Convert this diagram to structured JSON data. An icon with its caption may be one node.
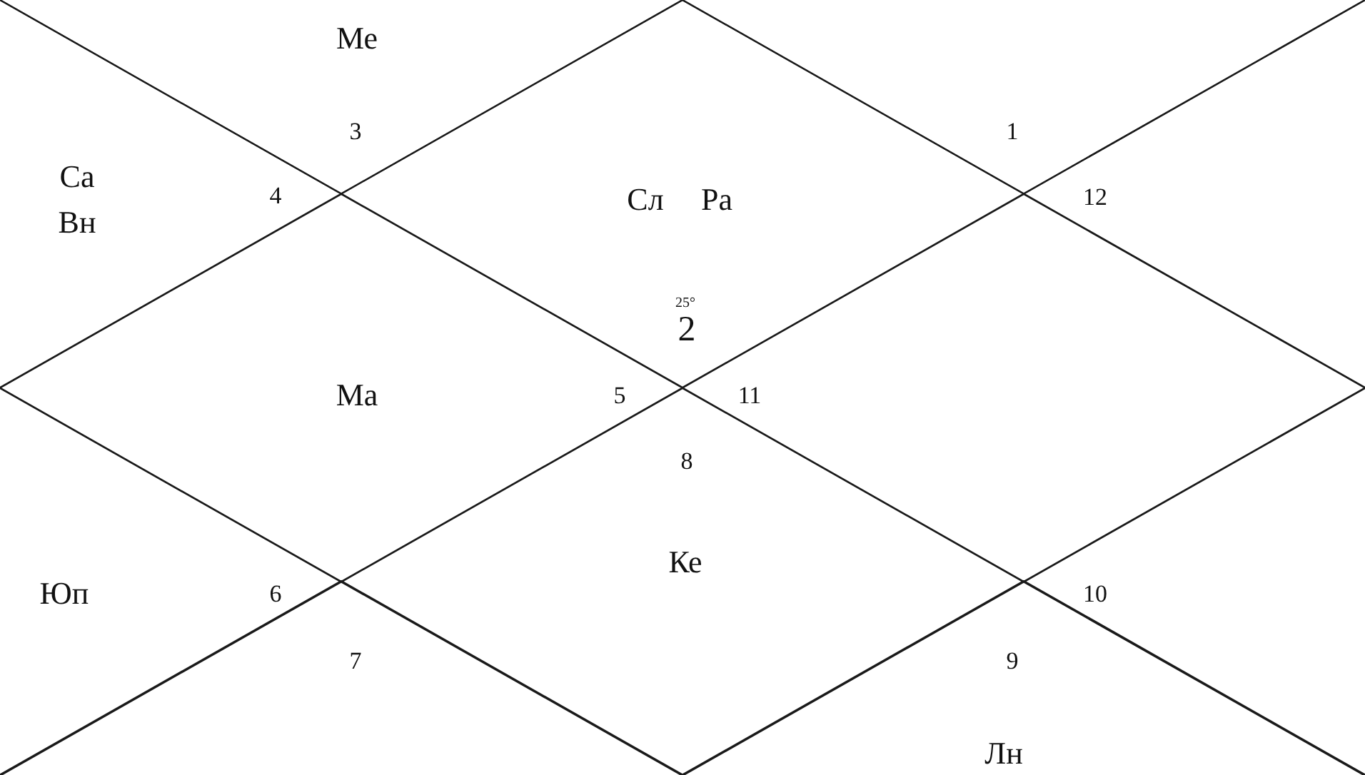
{
  "diagram": {
    "nodes": [
      {
        "text": [
          "Ме",
          "3"
        ]
      },
      {
        "text": [
          "Сл",
          "Ра",
          "25°",
          "2"
        ]
      },
      {
        "text": [
          "1"
        ]
      },
      {
        "text": [
          "Са",
          "Вн",
          "4"
        ]
      },
      {
        "text": [
          "12"
        ]
      },
      {
        "text": [
          "Ма",
          "5"
        ]
      },
      {
        "text": [
          "11"
        ]
      },
      {
        "text": [
          "Юп",
          "6"
        ]
      },
      {
        "text": [
          "10"
        ]
      },
      {
        "text": [
          "7"
        ]
      },
      {
        "text": [
          "8",
          "Ке"
        ]
      },
      {
        "text": [
          "9",
          "Лн"
        ]
      }
    ]
  }
}
